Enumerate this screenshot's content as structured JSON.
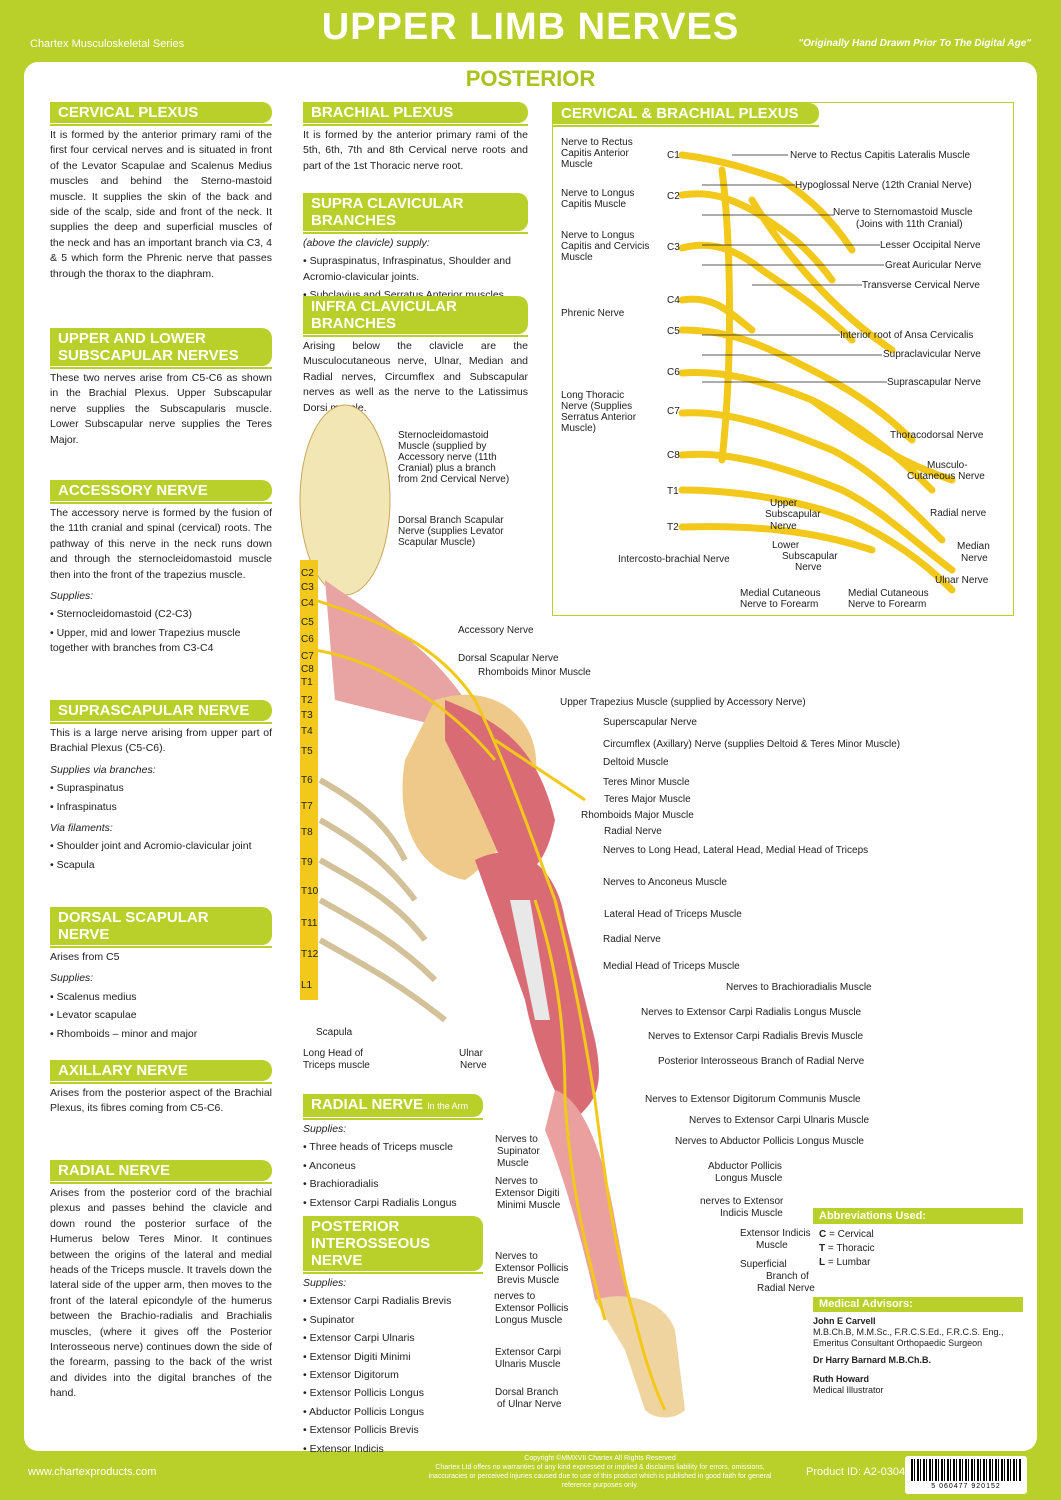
{
  "header": {
    "series": "Chartex Musculoskeletal Series",
    "title": "UPPER LIMB NERVES",
    "tagline": "\"Originally Hand Drawn Prior To The Digital Age\"",
    "subtitle": "POSTERIOR"
  },
  "cervical_plexus": {
    "title": "CERVICAL PLEXUS",
    "text": "It is formed by the anterior primary rami of the first four cervical nerves and is situated in front of the Levator Scapulae and Scalenus Medius muscles and behind the Sterno-mastoid muscle. It supplies the skin of the back and side of the scalp, side and front of the neck. It supplies the deep and superficial muscles of the neck and has an important branch via C3, 4 & 5 which form the Phrenic nerve that passes through the thorax to the diaphram."
  },
  "subscapular": {
    "title1": "UPPER AND LOWER",
    "title2": "SUBSCAPULAR NERVES",
    "text": "These two nerves arise from C5-C6 as shown in the Brachial Plexus. Upper Subscapular nerve supplies the Subscapularis muscle. Lower Subscapular nerve supplies the Teres Major."
  },
  "accessory": {
    "title": "ACCESSORY NERVE",
    "text": "The accessory nerve is formed by the fusion of the 11th cranial and spinal (cervical) roots. The pathway of this nerve in the neck runs down and through the sternocleidomastoid muscle then into the front of the trapezius muscle.",
    "supplies_label": "Supplies:",
    "items": [
      "Sternocleidomastoid (C2-C3)",
      "Upper, mid and lower Trapezius muscle together with branches from C3-C4"
    ]
  },
  "suprascapular": {
    "title": "SUPRASCAPULAR NERVE",
    "text": "This is a large nerve arising from upper part of Brachial Plexus (C5-C6).",
    "label1": "Supplies via branches:",
    "items1": [
      "Supraspinatus",
      "Infraspinatus"
    ],
    "label2": "Via filaments:",
    "items2": [
      "Shoulder joint and Acromio-clavicular joint",
      "Scapula"
    ]
  },
  "dorsal_scapular": {
    "title": "DORSAL SCAPULAR NERVE",
    "text": "Arises from C5",
    "supplies_label": "Supplies:",
    "items": [
      "Scalenus medius",
      "Levator scapulae",
      "Rhomboids – minor and major"
    ]
  },
  "axillary": {
    "title": "AXILLARY NERVE",
    "text": "Arises from the posterior aspect of the Brachial Plexus, its fibres coming from C5-C6."
  },
  "radial": {
    "title": "RADIAL NERVE",
    "text": "Arises from the posterior cord of the brachial plexus and passes behind the clavicle and down round the posterior surface of the Humerus below Teres Minor. It continues between the origins of the lateral and medial heads of the Triceps muscle. It travels down the lateral side of the upper arm, then moves to the front of the lateral epicondyle of the humerus between the Brachio-radialis and Brachialis muscles, (where it gives off the Posterior Interosseous nerve) continues down the side of the forearm, passing to the back of the wrist and divides into the digital branches of the hand."
  },
  "brachial_plexus": {
    "title": "BRACHIAL PLEXUS",
    "text": "It is formed by the anterior primary rami of the 5th, 6th, 7th and 8th Cervical nerve roots and part of the 1st Thoracic nerve root."
  },
  "supra_clavicular": {
    "title": "SUPRA CLAVICULAR BRANCHES",
    "label": "(above the clavicle) supply:",
    "items": [
      "Supraspinatus, Infraspinatus, Shoulder and Acromio-clavicular joints.",
      "Subclavius and Serratus Anterior muscles."
    ]
  },
  "infra_clavicular": {
    "title": "INFRA CLAVICULAR BRANCHES",
    "text": "Arising below the clavicle are the Musculocutaneous nerve, Ulnar, Median and Radial nerves, Circumflex and Subscapular nerves as well as the nerve to the Latissimus Dorsi muscle."
  },
  "radial_arm": {
    "title": "RADIAL NERVE",
    "title_small": "In the Arm",
    "label": "Supplies:",
    "items": [
      "Three heads of Triceps muscle",
      "Anconeus",
      "Brachioradialis",
      "Extensor Carpi Radialis Longus"
    ]
  },
  "posterior_interosseous": {
    "title1": "POSTERIOR",
    "title2": "INTEROSSEOUS NERVE",
    "label": "Supplies:",
    "items": [
      "Extensor Carpi Radialis Brevis",
      "Supinator",
      "Extensor Carpi Ulnaris",
      "Extensor Digiti Minimi",
      "Extensor Digitorum",
      "Extensor Pollicis Longus",
      "Abductor Pollicis Longus",
      "Extensor Pollicis Brevis",
      "Extensor Indicis"
    ]
  },
  "plexus_diagram": {
    "title": "CERVICAL & BRACHIAL PLEXUS",
    "roots": [
      "C1",
      "C2",
      "C3",
      "C4",
      "C5",
      "C6",
      "C7",
      "C8",
      "T1",
      "T2"
    ],
    "left_labels": [
      "Nerve to Rectus Capitis Anterior Muscle",
      "Nerve to Longus Capitis Muscle",
      "Nerve to Longus Capitis and Cervicis Muscle",
      "Phrenic Nerve",
      "Long Thoracic Nerve (Supplies Serratus Anterior Muscle)"
    ],
    "right_labels": [
      "Nerve to Rectus Capitis Lateralis Muscle",
      "Hypoglossal Nerve (12th Cranial Nerve)",
      "Nerve to Sternomastoid Muscle",
      "(Joins with 11th Cranial)",
      "Lesser Occipital Nerve",
      "Great Auricular Nerve",
      "Transverse Cervical Nerve",
      "Interior root of Ansa Cervicalis",
      "Supraclavicular Nerve",
      "Suprascapular Nerve",
      "Thoracodorsal Nerve",
      "Musculo-",
      "Cutaneous Nerve",
      "Radial nerve",
      "Median",
      "Nerve",
      "Ulnar Nerve"
    ],
    "bottom_labels": [
      "Upper",
      "Subscapular",
      "Nerve",
      "Lower",
      "Subscapular",
      "Nerve",
      "Intercosto-brachial Nerve",
      "Medial Cutaneous",
      "Nerve to Forearm",
      "Medial Cutaneous",
      "Nerve to Forearm"
    ]
  },
  "arm_diagram": {
    "spine_labels": [
      "C2",
      "C3",
      "C4",
      "C5",
      "C6",
      "C7",
      "C8",
      "T1",
      "T2",
      "T3",
      "T4",
      "T5",
      "T6",
      "T7",
      "T8",
      "T9",
      "T10",
      "T11",
      "T12",
      "L1"
    ],
    "labels": [
      "Sternocleidomastoid",
      "Muscle (supplied by",
      "Accessory nerve (11th",
      "Cranial) plus a branch",
      "from 2nd Cervical Nerve)",
      "Dorsal Branch Scapular",
      "Nerve (supplies Levator",
      "Scapular Muscle)",
      "Accessory Nerve",
      "Dorsal Scapular Nerve",
      "Rhomboids Minor Muscle",
      "Upper Trapezius Muscle (supplied by Accessory Nerve)",
      "Superscapular Nerve",
      "Circumflex (Axillary) Nerve (supplies Deltoid & Teres Minor Muscle)",
      "Deltoid Muscle",
      "Teres Minor Muscle",
      "Teres Major Muscle",
      "Rhomboids Major Muscle",
      "Radial Nerve",
      "Nerves to Long Head, Lateral Head, Medial Head of Triceps",
      "Nerves to Anconeus Muscle",
      "Lateral Head of Triceps Muscle",
      "Radial Nerve",
      "Medial Head of Triceps Muscle",
      "Nerves to Brachioradialis Muscle",
      "Nerves to Extensor Carpi Radialis Longus Muscle",
      "Nerves to Extensor Carpi Radialis Brevis Muscle",
      "Posterior Interosseous Branch of Radial Nerve",
      "Nerves to Extensor Digitorum Communis Muscle",
      "Nerves to Extensor Carpi Ulnaris Muscle",
      "Nerves to Abductor Pollicis Longus Muscle",
      "Abductor Pollicis",
      "Longus Muscle",
      "nerves to Extensor",
      "Indicis Muscle",
      "Extensor Indicis",
      "Muscle",
      "Superficial",
      "Branch of",
      "Radial Nerve",
      "Scapula",
      "Long Head of",
      "Triceps muscle",
      "Ulnar",
      "Nerve",
      "Nerves to",
      "Supinator",
      "Muscle",
      "Nerves to",
      "Extensor Digiti",
      "Minimi Muscle",
      "Nerves to",
      "Extensor Pollicis",
      "Brevis Muscle",
      "nerves to",
      "Extensor Pollicis",
      "Longus Muscle",
      "Extensor Carpi",
      "Ulnaris Muscle",
      "Dorsal Branch",
      "of Ulnar Nerve"
    ]
  },
  "abbreviations": {
    "title": "Abbreviations Used:",
    "items": [
      [
        "C",
        "= Cervical"
      ],
      [
        "T",
        "= Thoracic"
      ],
      [
        "L",
        "= Lumbar"
      ]
    ]
  },
  "advisors": {
    "title": "Medical Advisors:",
    "name1": "John E Carvell",
    "cred1a": "M.B.Ch.B, M.M.Sc., F.R.C.S.Ed., F.R.C.S. Eng.,",
    "cred1b": "Emeritus Consultant Orthopaedic Surgeon",
    "name2": "Dr Harry Barnard M.B.Ch.B.",
    "name3": "Ruth Howard",
    "cred3": "Medical Illustrator"
  },
  "footer": {
    "url": "www.chartexproducts.com",
    "copyright": "Copyright ©MMXVII Chartex All Rights Reserved",
    "disclaimer": "Chartex Ltd offers no warranties of any kind expressed or implied & disclaims liability for errors, omissions, inaccuracies or perceived injuries caused due to use of this product which is published in good faith for general reference purposes only.",
    "product_id": "Product ID: A2-0304B",
    "barcode": "5 060477 920152"
  },
  "colors": {
    "accent": "#b9cf2a",
    "nerve": "#f2c81a",
    "muscle": "#e07f86"
  }
}
